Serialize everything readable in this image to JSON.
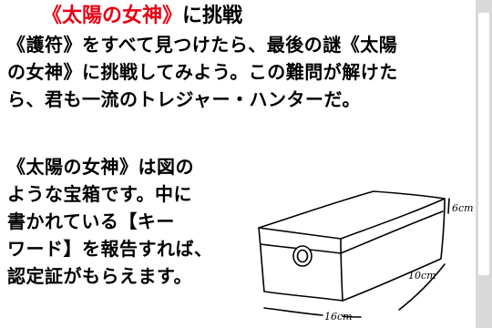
{
  "colors": {
    "title_red": "#e60012",
    "text_black": "#000000",
    "scrollbar_track": "#d9d9d9",
    "scrollbar_thumb": "#ffffff"
  },
  "heading": {
    "title_red_part": "《太陽の女神》",
    "title_black_part": "に挑戦"
  },
  "intro": {
    "line1": "《護符》をすべて見つけたら、最後の謎《太陽",
    "line2": "の女神》に挑戦してみよう。この難問が解けた",
    "line3": "ら、君も一流のトレジャー・ハンターだ。"
  },
  "description": {
    "line1": "《太陽の女神》は図の",
    "line2": "ような宝箱です。中に",
    "line3": "書かれている【キー",
    "line4": "ワード】を報告すれば、",
    "line5": "認定証がもらえます。"
  },
  "chest_labels": {
    "height": "6cm",
    "depth": "10cm",
    "width": "16cm"
  }
}
